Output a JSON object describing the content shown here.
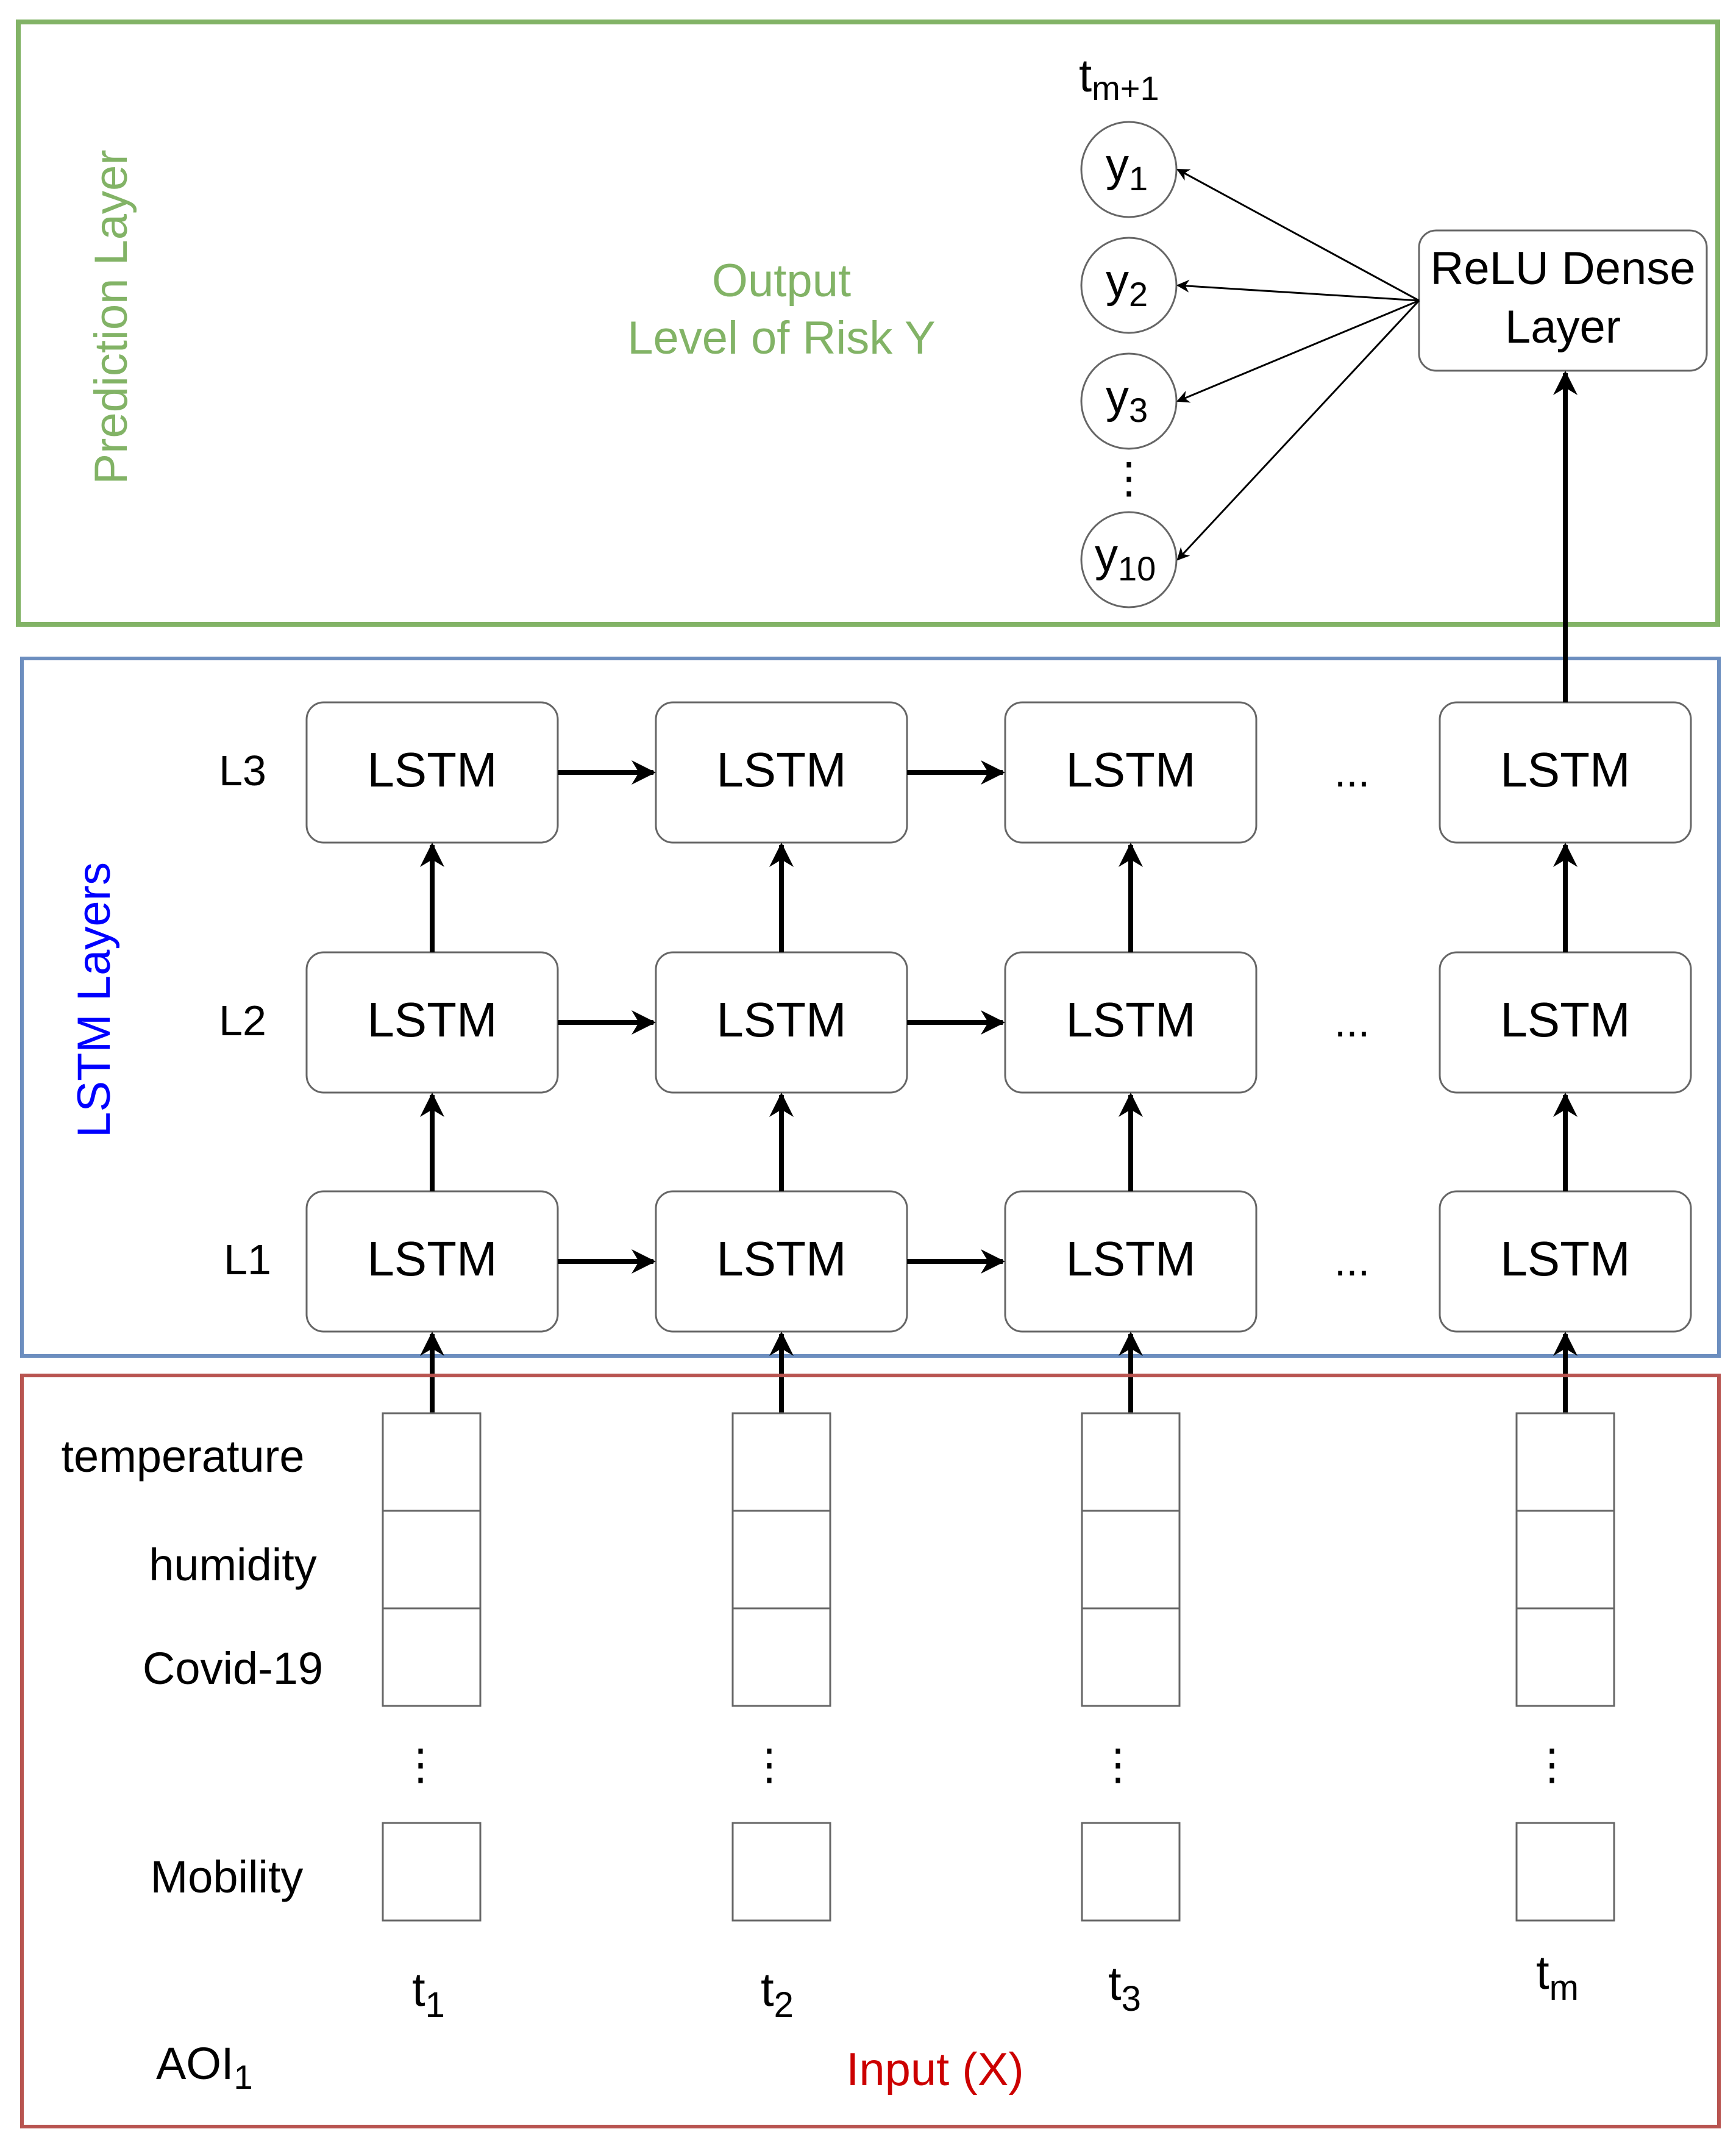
{
  "colors": {
    "prediction": "#82b366",
    "lstm_frame": "#6c8ebf",
    "lstm_title": "#0000ff",
    "input_frame": "#b85450",
    "input_title": "#cc0000",
    "box_border": "#666666",
    "arrow": "#000000"
  },
  "prediction_layer": {
    "title": "Prediction Layer",
    "output_line1": "Output",
    "output_line2": "Level of Risk Y",
    "time": {
      "base": "t",
      "sub": "m+1"
    },
    "outputs": [
      {
        "base": "y",
        "sub": "1"
      },
      {
        "base": "y",
        "sub": "2"
      },
      {
        "base": "y",
        "sub": "3"
      },
      {
        "base": "y",
        "sub": "10"
      }
    ],
    "ellipsis": "⋮",
    "dense_line1": "ReLU Dense",
    "dense_line2": "Layer"
  },
  "lstm_layers": {
    "title": "LSTM Layers",
    "cell_label": "LSTM",
    "rows": [
      "L3",
      "L2",
      "L1"
    ],
    "ellipsis": "..."
  },
  "input_layer": {
    "title": "Input (X)",
    "features": [
      "temperature",
      "humidity",
      "Covid-19"
    ],
    "last_feature": "Mobility",
    "ellipsis": "⋮",
    "aoi": {
      "base": "AOI",
      "sub": "1"
    },
    "times": [
      {
        "base": "t",
        "sub": "1"
      },
      {
        "base": "t",
        "sub": "2"
      },
      {
        "base": "t",
        "sub": "3"
      },
      {
        "base": "t",
        "sub": "m"
      }
    ]
  }
}
